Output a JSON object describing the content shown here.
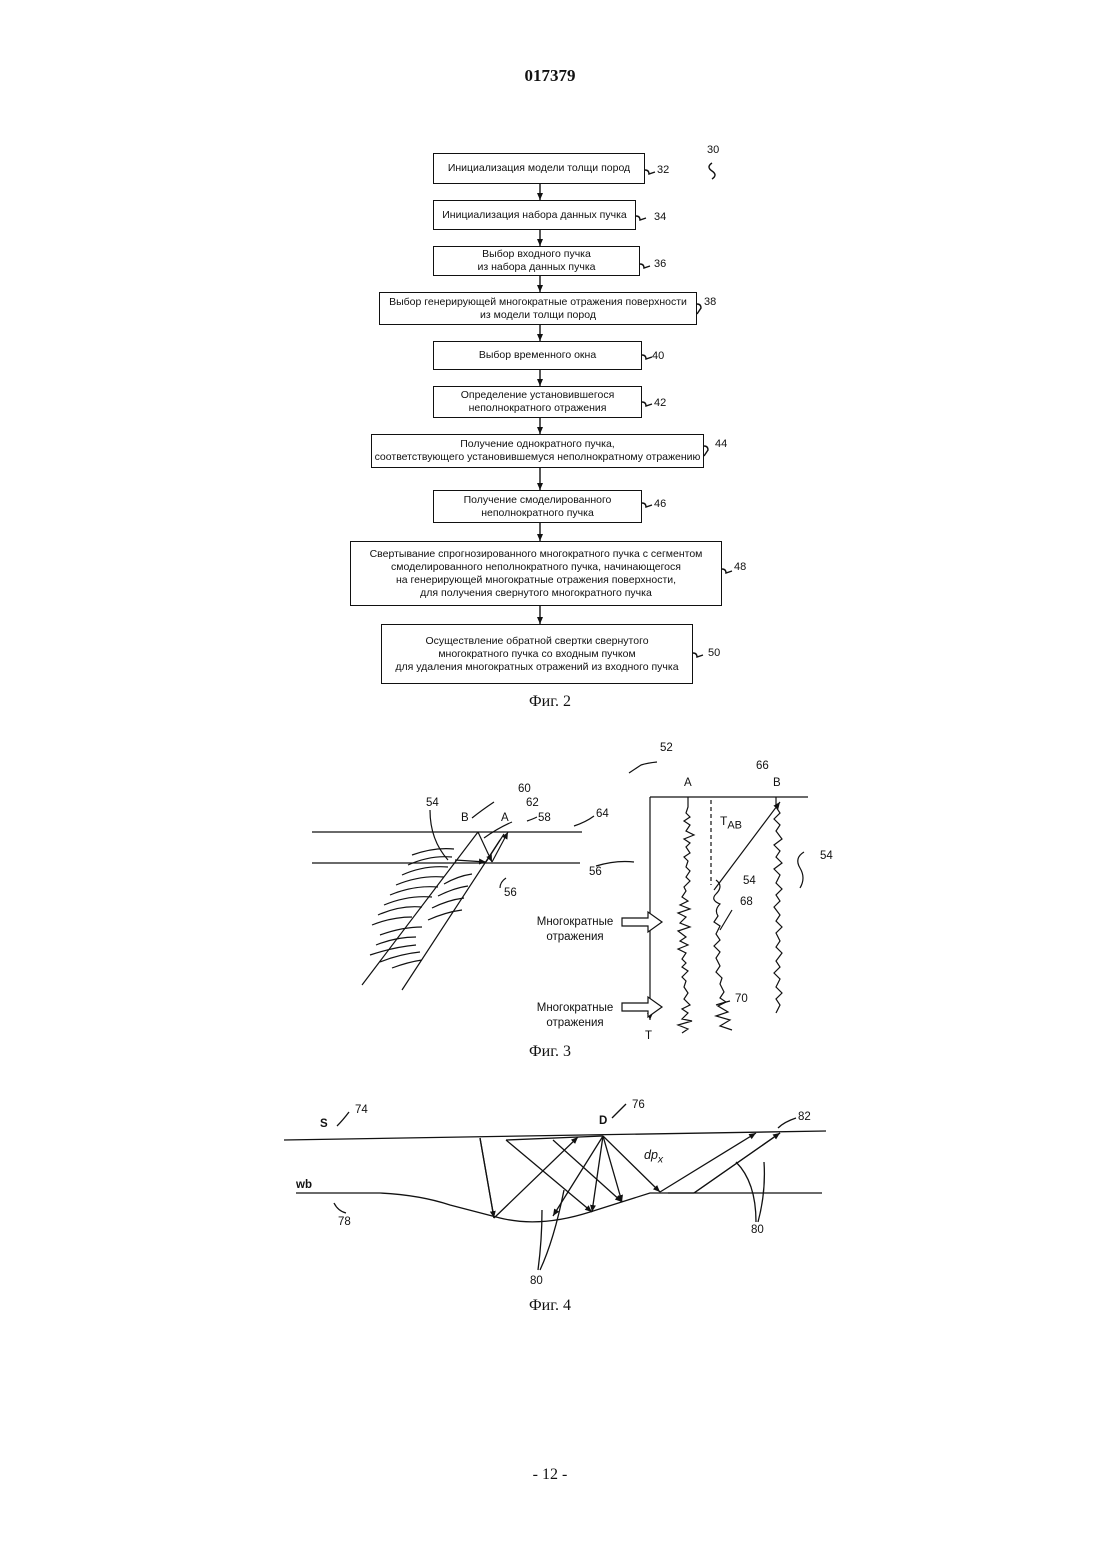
{
  "header": {
    "doc_number": "017379"
  },
  "fig2": {
    "ref_main": "30",
    "steps": [
      {
        "ref": "32",
        "lines": [
          "Инициализация модели толщи пород"
        ]
      },
      {
        "ref": "34",
        "lines": [
          "Инициализация набора данных пучка"
        ]
      },
      {
        "ref": "36",
        "lines": [
          "Выбор входного пучка",
          "из набора данных пучка"
        ]
      },
      {
        "ref": "38",
        "lines": [
          "Выбор генерирующей многократные отражения поверхности",
          "из модели толщи пород"
        ]
      },
      {
        "ref": "40",
        "lines": [
          "Выбор временного окна"
        ]
      },
      {
        "ref": "42",
        "lines": [
          "Определение установившегося",
          "неполнократного отражения"
        ]
      },
      {
        "ref": "44",
        "lines": [
          "Получение однократного пучка,",
          "соответствующего установившемуся неполнократному отражению"
        ]
      },
      {
        "ref": "46",
        "lines": [
          "Получение смоделированного",
          "неполнократного пучка"
        ]
      },
      {
        "ref": "48",
        "lines": [
          "Свертывание спрогнозированного многократного пучка с сегментом",
          "смоделированного неполнократного пучка, начинающегося",
          "на генерирующей многократные отражения поверхности,",
          "для получения свернутого многократного пучка"
        ]
      },
      {
        "ref": "50",
        "lines": [
          "Осуществление обратной свертки свернутого",
          "многократного пучка со входным пучком",
          "для удаления многократных отражений из входного пучка"
        ]
      }
    ],
    "caption": "Фиг. 2"
  },
  "fig3": {
    "refs": {
      "r52": "52",
      "r54a": "54",
      "r54b": "54",
      "r54c": "54",
      "r56a": "56",
      "r56b": "56",
      "r58": "58",
      "r60": "60",
      "r62": "62",
      "r64": "64",
      "r66": "66",
      "r68": "68",
      "r70": "70"
    },
    "letters": {
      "b_left": "B",
      "a_left": "A",
      "a_top": "A",
      "b_top": "B",
      "t_axis": "T"
    },
    "tab": {
      "main": "T",
      "sub": "AB"
    },
    "multiples_1": [
      "Многократные",
      "отражения"
    ],
    "multiples_2": [
      "Многократные",
      "отражения"
    ],
    "caption": "Фиг. 3"
  },
  "fig4": {
    "s_label": "S",
    "r74": "74",
    "d_label": "D",
    "r76": "76",
    "r82": "82",
    "dpx": {
      "main": "dp",
      "sub": "x"
    },
    "wb_label": "wb",
    "r78": "78",
    "r80a": "80",
    "r80b": "80",
    "caption": "Фиг. 4"
  },
  "footer": {
    "page_number": "- 12 -"
  }
}
